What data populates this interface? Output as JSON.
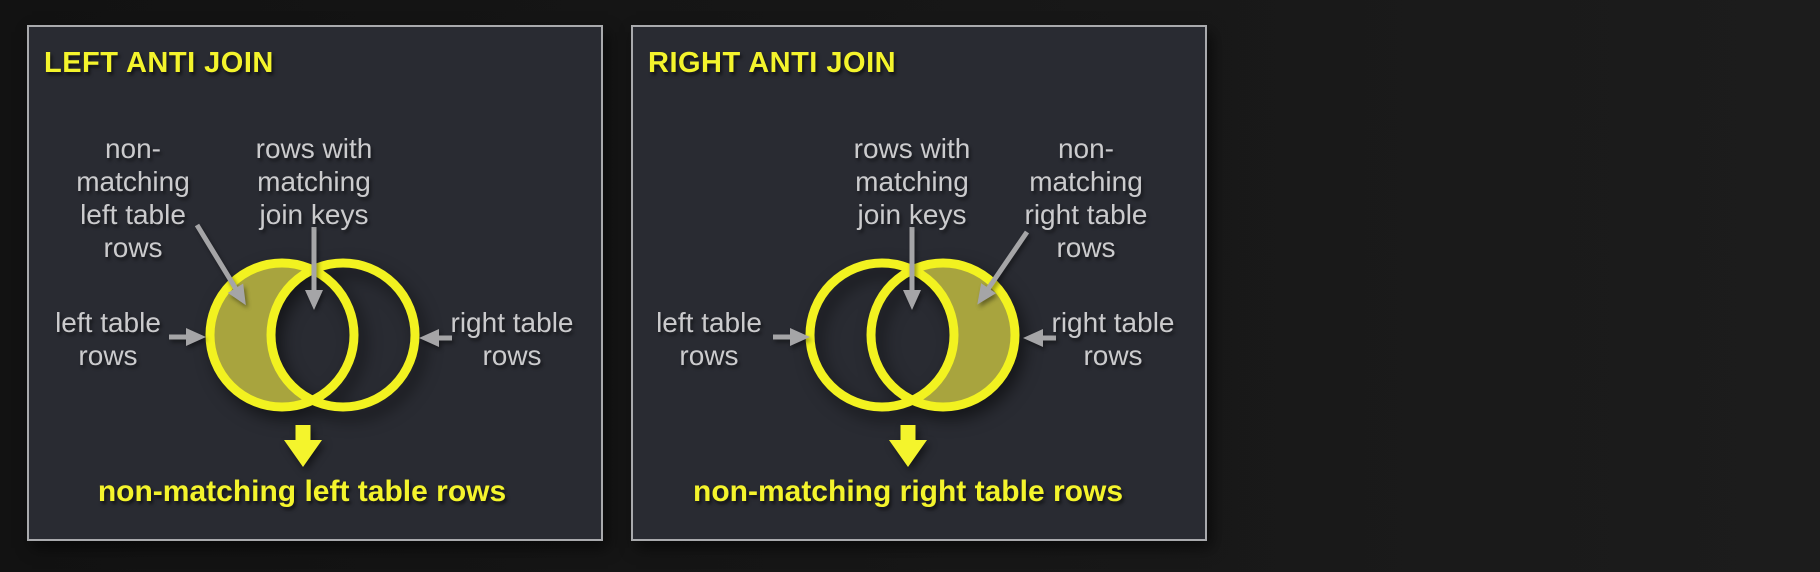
{
  "colors": {
    "background": "#161616",
    "panel_bg": "#292b32",
    "panel_border": "#a9aaad",
    "accent_yellow": "#f4f42c",
    "venn_stroke": "#f2f220",
    "crescent_fill": "#a8a43e",
    "label_gray": "#cbcbcd",
    "arrow_gray": "#a5a5a7"
  },
  "panels": [
    {
      "title": "LEFT ANTI JOIN",
      "shaded_region": "left",
      "annotations": {
        "non_matching": [
          "non-",
          "matching",
          "left table",
          "rows"
        ],
        "matching_keys": [
          "rows with",
          "matching",
          "join keys"
        ],
        "left_table": [
          "left table",
          "rows"
        ],
        "right_table": [
          "right table",
          "rows"
        ]
      },
      "result_caption": "non-matching left table rows"
    },
    {
      "title": "RIGHT ANTI JOIN",
      "shaded_region": "right",
      "annotations": {
        "non_matching": [
          "non-",
          "matching",
          "right table",
          "rows"
        ],
        "matching_keys": [
          "rows with",
          "matching",
          "join keys"
        ],
        "left_table": [
          "left table",
          "rows"
        ],
        "right_table": [
          "right table",
          "rows"
        ]
      },
      "result_caption": "non-matching right table rows"
    }
  ]
}
